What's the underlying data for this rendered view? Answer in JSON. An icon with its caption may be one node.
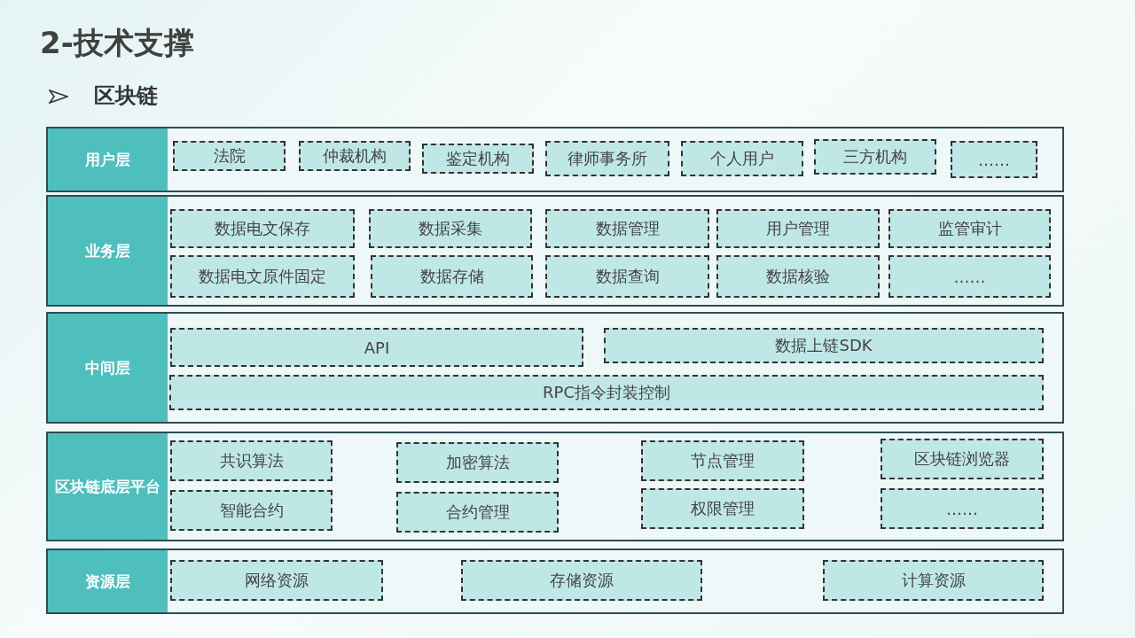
{
  "diagram": {
    "title": "2-技术支撑",
    "nodes": [
      {
        "text": [
          "用户层"
        ]
      },
      {
        "text": [
          "法院"
        ],
        "in": 0
      },
      {
        "text": [
          "仲裁机构"
        ],
        "in": 0
      },
      {
        "text": [
          "鉴定机构"
        ],
        "in": 0
      },
      {
        "text": [
          "律师事务所"
        ],
        "in": 0
      },
      {
        "text": [
          "个人用户"
        ],
        "in": 0
      },
      {
        "text": [
          "三方机构"
        ],
        "in": 0
      },
      {
        "text": [
          "……"
        ],
        "in": 0
      },
      {
        "text": [
          "业务层"
        ]
      },
      {
        "text": [
          "数据电文保存"
        ],
        "in": 8
      },
      {
        "text": [
          "数据采集"
        ],
        "in": 8
      },
      {
        "text": [
          "数据管理"
        ],
        "in": 8
      },
      {
        "text": [
          "用户管理"
        ],
        "in": 8
      },
      {
        "text": [
          "监管审计"
        ],
        "in": 8
      },
      {
        "text": [
          "数据电文原件固定"
        ],
        "in": 8
      },
      {
        "text": [
          "数据存储"
        ],
        "in": 8
      },
      {
        "text": [
          "数据查询"
        ],
        "in": 8
      },
      {
        "text": [
          "数据核验"
        ],
        "in": 8
      },
      {
        "text": [
          "……"
        ],
        "in": 8
      },
      {
        "text": [
          "中间层"
        ]
      },
      {
        "text": [
          "API"
        ],
        "in": 19
      },
      {
        "text": [
          "数据上链SDK"
        ],
        "in": 19
      },
      {
        "text": [
          "RPC指令封装控制"
        ],
        "in": 19
      },
      {
        "text": [
          "区块链底层平台"
        ]
      },
      {
        "text": [
          "共识算法"
        ],
        "in": 23
      },
      {
        "text": [
          "加密算法"
        ],
        "in": 23
      },
      {
        "text": [
          "节点管理"
        ],
        "in": 23
      },
      {
        "text": [
          "区块链浏览器"
        ],
        "in": 23
      },
      {
        "text": [
          "智能合约"
        ],
        "in": 23
      },
      {
        "text": [
          "合约管理"
        ],
        "in": 23
      },
      {
        "text": [
          "权限管理"
        ],
        "in": 23
      },
      {
        "text": [
          "……"
        ],
        "in": 23
      },
      {
        "text": [
          "资源层"
        ]
      },
      {
        "text": [
          "网络资源"
        ],
        "in": 32
      },
      {
        "text": [
          "存储资源"
        ],
        "in": 32
      },
      {
        "text": [
          "计算资源"
        ],
        "in": 32
      }
    ],
    "labels": [
      "区块链"
    ]
  }
}
